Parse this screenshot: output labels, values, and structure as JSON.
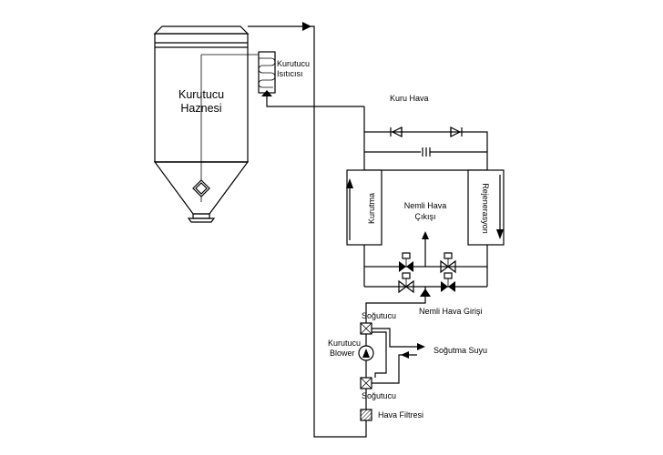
{
  "labels": {
    "dryer_hopper_line1": "Kurutucu",
    "dryer_hopper_line2": "Haznesi",
    "dryer_heater_line1": "Kurutucu",
    "dryer_heater_line2": "Isıtıcısı",
    "dry_air": "Kuru Hava",
    "drying": "Kurutma",
    "regeneration": "Rejenerasyon",
    "humid_air_out_line1": "Nemli Hava",
    "humid_air_out_line2": "Çıkışı",
    "humid_air_in": "Nemli Hava Girişi",
    "cooler_top": "Soğutucu",
    "blower_line1": "Kurutucu",
    "blower_line2": "Blower",
    "cooling_water": "Soğutma Suyu",
    "cooler_bottom": "Soğutucu",
    "air_filter": "Hava Filtresi"
  }
}
